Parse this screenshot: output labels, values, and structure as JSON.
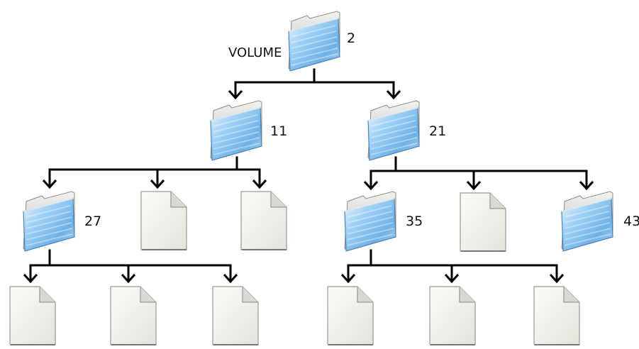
{
  "diagram": {
    "type": "directory-tree",
    "root_label": "VOLUME",
    "nodes": [
      {
        "id": "n2",
        "kind": "folder",
        "label": "2"
      },
      {
        "id": "n11",
        "kind": "folder",
        "label": "11"
      },
      {
        "id": "n21",
        "kind": "folder",
        "label": "21"
      },
      {
        "id": "n27",
        "kind": "folder",
        "label": "27"
      },
      {
        "id": "f1",
        "kind": "file",
        "label": ""
      },
      {
        "id": "f2",
        "kind": "file",
        "label": ""
      },
      {
        "id": "n35",
        "kind": "folder",
        "label": "35"
      },
      {
        "id": "f3",
        "kind": "file",
        "label": ""
      },
      {
        "id": "n43",
        "kind": "folder",
        "label": "43"
      },
      {
        "id": "f4",
        "kind": "file",
        "label": ""
      },
      {
        "id": "f5",
        "kind": "file",
        "label": ""
      },
      {
        "id": "f6",
        "kind": "file",
        "label": ""
      },
      {
        "id": "f7",
        "kind": "file",
        "label": ""
      },
      {
        "id": "f8",
        "kind": "file",
        "label": ""
      },
      {
        "id": "f9",
        "kind": "file",
        "label": ""
      }
    ],
    "edges": [
      [
        "n2",
        "n11"
      ],
      [
        "n2",
        "n21"
      ],
      [
        "n11",
        "n27"
      ],
      [
        "n11",
        "f1"
      ],
      [
        "n11",
        "f2"
      ],
      [
        "n21",
        "n35"
      ],
      [
        "n21",
        "f3"
      ],
      [
        "n21",
        "n43"
      ],
      [
        "n27",
        "f4"
      ],
      [
        "n27",
        "f5"
      ],
      [
        "n27",
        "f6"
      ],
      [
        "n35",
        "f7"
      ],
      [
        "n35",
        "f8"
      ],
      [
        "n35",
        "f9"
      ]
    ],
    "icons": {
      "folder": "folder-icon",
      "file": "document-icon"
    },
    "colors": {
      "line": "#000000",
      "folder_blue": "#8fc2ec",
      "file_fill": "#f4f4f1"
    }
  }
}
